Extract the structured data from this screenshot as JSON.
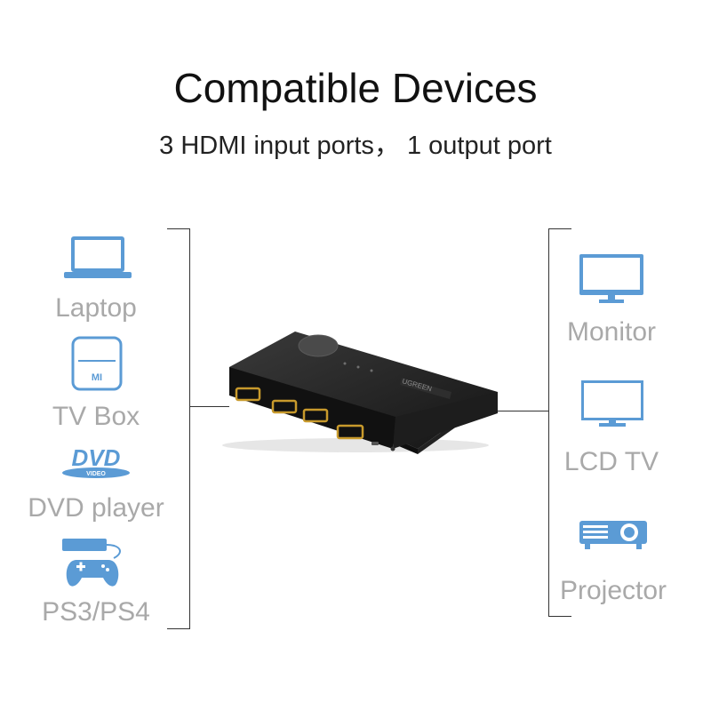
{
  "header": {
    "title": "Compatible Devices",
    "subtitle": "3 HDMI input ports， 1 output port"
  },
  "inputs": [
    {
      "label": "Laptop",
      "icon": "laptop-icon"
    },
    {
      "label": "TV Box",
      "icon": "tv-box-icon",
      "badge": "MI"
    },
    {
      "label": "DVD player",
      "icon": "dvd-logo",
      "logo_text": "DVD",
      "logo_subtext": "VIDEO"
    },
    {
      "label": "PS3/PS4",
      "icon": "gamepad-icon"
    }
  ],
  "outputs": [
    {
      "label": "Monitor",
      "icon": "monitor-icon"
    },
    {
      "label": "LCD TV",
      "icon": "lcd-tv-icon"
    },
    {
      "label": "Projector",
      "icon": "projector-icon"
    }
  ],
  "device": {
    "brand": "UGREEN",
    "hdmi_ports": 4
  },
  "colors": {
    "icon_blue": "#5b9bd5",
    "label_gray": "#a9a9a9",
    "device_body": "#1b1b1b",
    "port_gold": "#c89a2c"
  }
}
